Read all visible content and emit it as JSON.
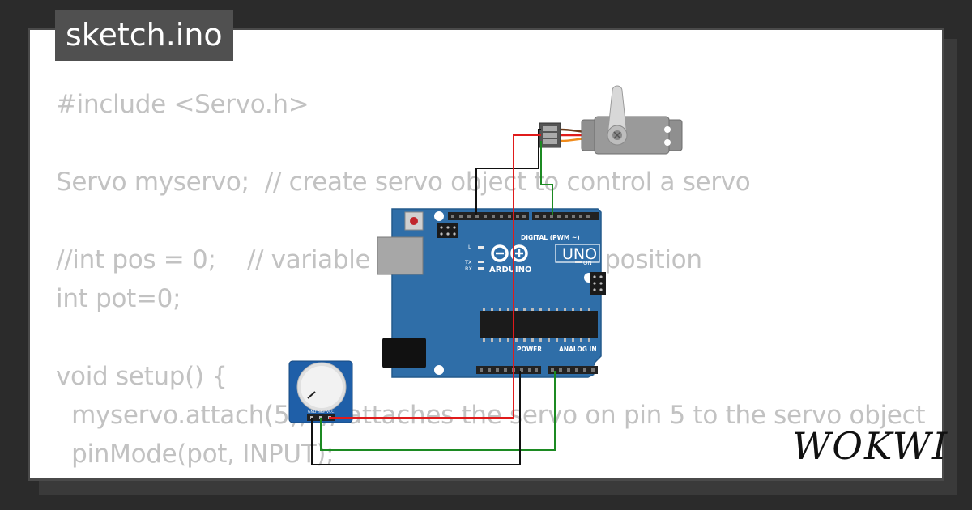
{
  "title": "sketch.ino",
  "code_lines": [
    "#include <Servo.h>",
    "",
    "Servo myservo;  // create servo object to control a servo",
    "",
    "//int pos = 0;    // variable to store the servo position",
    "int pot=0;",
    "",
    "void setup() {",
    "  myservo.attach(5);  // attaches the servo on pin 5 to the servo object",
    "  pinMode(pot, INPUT);",
    "}"
  ],
  "board": {
    "brand": "ARDUINO",
    "model": "UNO",
    "digital_label": "DIGITAL (PWM ~)",
    "power_label": "POWER",
    "analog_label": "ANALOG IN",
    "on_label": "ON",
    "tx_label": "TX",
    "rx_label": "RX",
    "l_label": "L"
  },
  "pot_pins": [
    "GND",
    "SIG",
    "VCC"
  ],
  "logo": "WOKWI",
  "colors": {
    "code_text": "#c2c2c2",
    "board": "#2f6ea8",
    "wire_red": "#e01b1b",
    "wire_green": "#1c8a22",
    "wire_black": "#111111",
    "servo_body": "#8f8f8f"
  },
  "icons": [
    "arduino-infinity-logo",
    "reset-button",
    "usb-port",
    "power-jack",
    "servo-horn",
    "potentiometer-knob"
  ]
}
